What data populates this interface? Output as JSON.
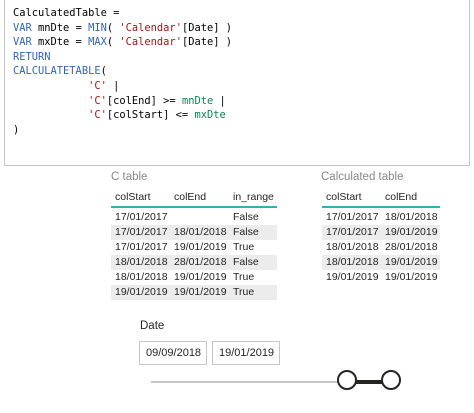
{
  "editor": {
    "lines": [
      "CalculatedTable =",
      "VAR mnDte = MIN( 'Calendar'[Date] )",
      "VAR mxDte = MAX( 'Calendar'[Date] )",
      "RETURN",
      "CALCULATETABLE(",
      "            'C' |",
      "            'C'[colEnd] >= mnDte |",
      "            'C'[colStart] <= mxDte",
      ")"
    ]
  },
  "c_table": {
    "title": "C table",
    "columns": [
      "colStart",
      "colEnd",
      "in_range"
    ],
    "rows": [
      [
        "17/01/2017",
        "",
        "False"
      ],
      [
        "17/01/2017",
        "18/01/2018",
        "False"
      ],
      [
        "17/01/2017",
        "19/01/2019",
        "True"
      ],
      [
        "18/01/2018",
        "28/01/2018",
        "False"
      ],
      [
        "18/01/2018",
        "19/01/2019",
        "True"
      ],
      [
        "19/01/2019",
        "19/01/2019",
        "True"
      ]
    ]
  },
  "calc_table": {
    "title": "Calculated table",
    "columns": [
      "colStart",
      "colEnd"
    ],
    "rows": [
      [
        "17/01/2017",
        "18/01/2018"
      ],
      [
        "17/01/2017",
        "19/01/2019"
      ],
      [
        "18/01/2018",
        "28/01/2018"
      ],
      [
        "18/01/2018",
        "19/01/2019"
      ],
      [
        "19/01/2019",
        "19/01/2019"
      ]
    ]
  },
  "slicer": {
    "title": "Date",
    "start_date": "09/09/2018",
    "end_date": "19/01/2019",
    "range_fraction": [
      0.81,
      1.0
    ]
  },
  "colors": {
    "header_underline": "#2bb5b0",
    "alt_row": "#ececec",
    "keyword": "#3165bb"
  }
}
